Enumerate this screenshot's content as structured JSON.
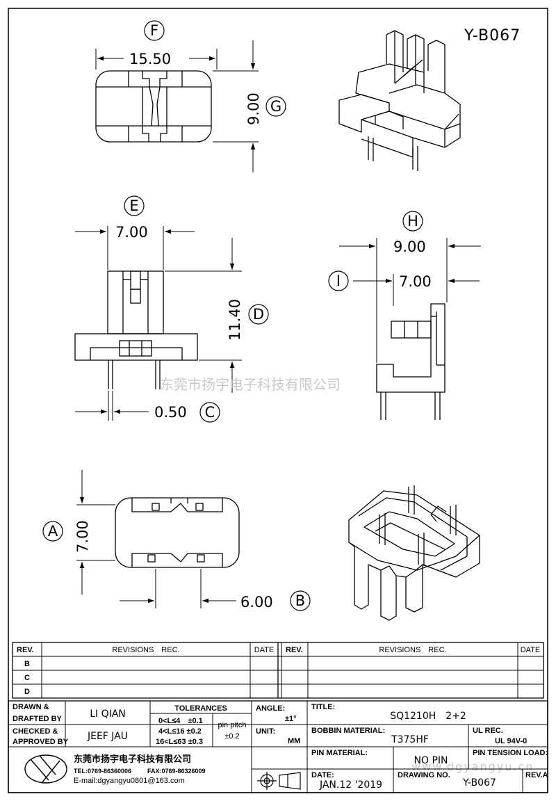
{
  "drawing_id": "Y-B067",
  "views": {
    "top": {
      "letter": "F",
      "width_dim": "15.50",
      "height_letter": "G",
      "height_dim": "9.00"
    },
    "front": {
      "width_letter": "E",
      "width_dim": "7.00",
      "height_letter": "D",
      "height_dim": "11.40",
      "pin_letter": "C",
      "pin_dim": "0.50"
    },
    "side": {
      "outer_letter": "H",
      "outer_dim": "9.00",
      "inner_letter": "I",
      "inner_dim": "7.00"
    },
    "bottom": {
      "height_letter": "A",
      "height_dim": "7.00",
      "pitch_letter": "B",
      "pitch_dim": "6.00"
    }
  },
  "watermark": {
    "cn": "东莞市扬宇电子科技有限公司",
    "url": "www.dgyangyu.cn"
  },
  "revisions": {
    "rev_header": "REV.",
    "rec_header": "REVISIONS　REC.",
    "date_header": "DATE",
    "rows": [
      "B",
      "C",
      "D"
    ]
  },
  "title_block": {
    "drawn_label_1": "DRAWN &",
    "drawn_label_2": "DRAFTED BY",
    "drawn_value": "LI QIAN",
    "checked_label_1": "CHECKED &",
    "checked_label_2": "APPROVED BY",
    "checked_value": "JEEF JAU",
    "tolerances_label": "TOLERANCES",
    "tol_1": "0<L≤4　±0.1",
    "tol_2": "4<L≤16 ±0.2",
    "tol_3": "16<L≤63 ±0.3",
    "pin_pitch_label": "pin pitch",
    "pin_pitch_value": "±0.2",
    "angle_label": "ANGLE:",
    "angle_value": "±1°",
    "unit_label": "UNIT:",
    "unit_value": "MM",
    "title_label": "TITLE:",
    "title_value": "SQ1210H　2+2",
    "bobbin_label": "BOBBIN MATERIAL:",
    "bobbin_value": "T375HF",
    "ul_label": "UL REC.",
    "ul_value": "UL 94V-0",
    "pin_material_label": "PIN MATERIAL:",
    "pin_material_value": "NO PIN",
    "pin_tension_label": "PIN TENSION LOAD:",
    "date_label": "DATE:",
    "date_value": "JAN.12 '2019",
    "drawing_no_label": "DRAWING NO.",
    "drawing_no_value": "Y-B067",
    "rev_label": "REV.A",
    "company_name": "东莞市扬宇电子科技有限公司",
    "company_tel": "TEL:0769-86360006",
    "company_fax": "FAX:0769-86326009",
    "company_email": "E-mail:dgyangyu0801@163.com"
  }
}
